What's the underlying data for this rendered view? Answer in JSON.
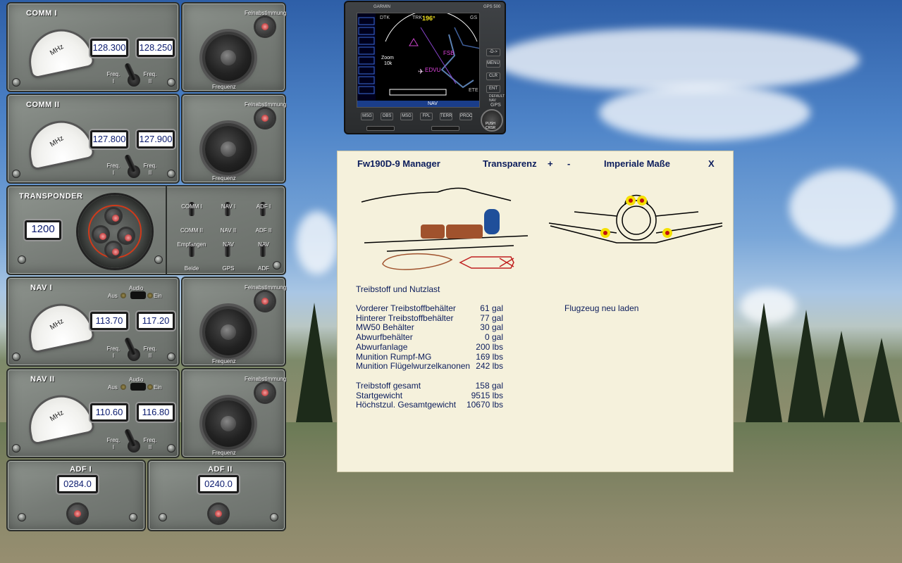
{
  "comm1": {
    "title": "COMM I",
    "active": "128.300",
    "standby": "128.250",
    "meter_unit": "MHz",
    "freq_label_1": "Freq.\nI",
    "freq_label_2": "Freq.\nII",
    "fine_label": "Feinabstimmung",
    "coarse_label": "Frequenz"
  },
  "comm2": {
    "title": "COMM II",
    "active": "127.800",
    "standby": "127.900",
    "meter_unit": "MHz",
    "freq_label_1": "Freq.\nI",
    "freq_label_2": "Freq.\nII",
    "fine_label": "Feinabstimmung",
    "coarse_label": "Frequenz"
  },
  "transponder": {
    "title": "TRANSPONDER",
    "code": "1200",
    "switches_top": [
      "COMM I\nCOMM II",
      "NAV I\nNAV II",
      "ADF I\nADF II"
    ],
    "switches_bottom": [
      "Empfangen\nBeide",
      "NAV\nGPS",
      "NAV\nADF"
    ]
  },
  "nav1": {
    "title": "NAV I",
    "active": "113.70",
    "standby": "117.20",
    "meter_unit": "MHz",
    "audio_label": "Audio",
    "aus": "Aus",
    "ein": "Ein",
    "freq_label_1": "Freq.\nI",
    "freq_label_2": "Freq.\nII",
    "fine_label": "Feinabstimmung",
    "coarse_label": "Frequenz"
  },
  "nav2": {
    "title": "NAV II",
    "active": "110.60",
    "standby": "116.80",
    "meter_unit": "MHz",
    "audio_label": "Audio",
    "aus": "Aus",
    "ein": "Ein",
    "freq_label_1": "Freq.\nI",
    "freq_label_2": "Freq.\nII",
    "fine_label": "Feinabstimmung",
    "coarse_label": "Frequenz"
  },
  "adf1": {
    "title": "ADF I",
    "freq": "0284.0"
  },
  "adf2": {
    "title": "ADF II",
    "freq": "0240.0"
  },
  "gps": {
    "brand": "GARMIN",
    "model": "GPS 500",
    "header_dtk": "DTK",
    "header_trk": "TRK",
    "header_gs": "GS",
    "trk_value": "196°",
    "waypoint": "EDVU",
    "waypoint_2": "FSB",
    "zoom_label": "Zoom",
    "zoom_value": "10k",
    "ete_label": "ETE",
    "nav_label": "NAV",
    "side_buttons": [
      "-D->",
      "MENU",
      "CLR",
      "ENT"
    ],
    "bottom_buttons": [
      "MSG",
      "OBS",
      "MSG",
      "FPL",
      "TERR",
      "PROC"
    ],
    "push_label": "PUSH\nCRSR",
    "default_nav": "DEFAULT\nNAV",
    "gps_label": "GPS"
  },
  "manager": {
    "title": "Fw190D-9 Manager",
    "transparency_label": "Transparenz",
    "plus": "+",
    "minus": "-",
    "units_toggle": "Imperiale Maße",
    "close": "X",
    "section_title": "Treibstoff und Nutzlast",
    "reload": "Flugzeug neu laden",
    "rows": [
      {
        "label": "Vorderer Treibstoffbehälter",
        "value": "61 gal"
      },
      {
        "label": "Hinterer Treibstoffbehälter",
        "value": "77 gal"
      },
      {
        "label": "MW50 Behälter",
        "value": "30 gal"
      },
      {
        "label": "Abwurfbehälter",
        "value": "0 gal"
      },
      {
        "label": "Abwurfanlage",
        "value": "200 lbs"
      },
      {
        "label": "Munition Rumpf-MG",
        "value": "169 lbs"
      },
      {
        "label": "Munition Flügelwurzelkanonen",
        "value": "242 lbs"
      }
    ],
    "totals": [
      {
        "label": "Treibstoff gesamt",
        "value": "158 gal"
      },
      {
        "label": "Startgewicht",
        "value": "9515 lbs"
      },
      {
        "label": "Höchstzul. Gesamtgewicht",
        "value": "10670 lbs"
      }
    ]
  },
  "colors": {
    "freq_text": "#0a1a6e",
    "manager_text": "#0c1d5c",
    "manager_bg": "#f5f1dc",
    "tank_brown": "#a0522d",
    "tank_blue": "#1f4f9a",
    "marker_yellow": "#f5e000",
    "marker_red": "#c01010"
  }
}
